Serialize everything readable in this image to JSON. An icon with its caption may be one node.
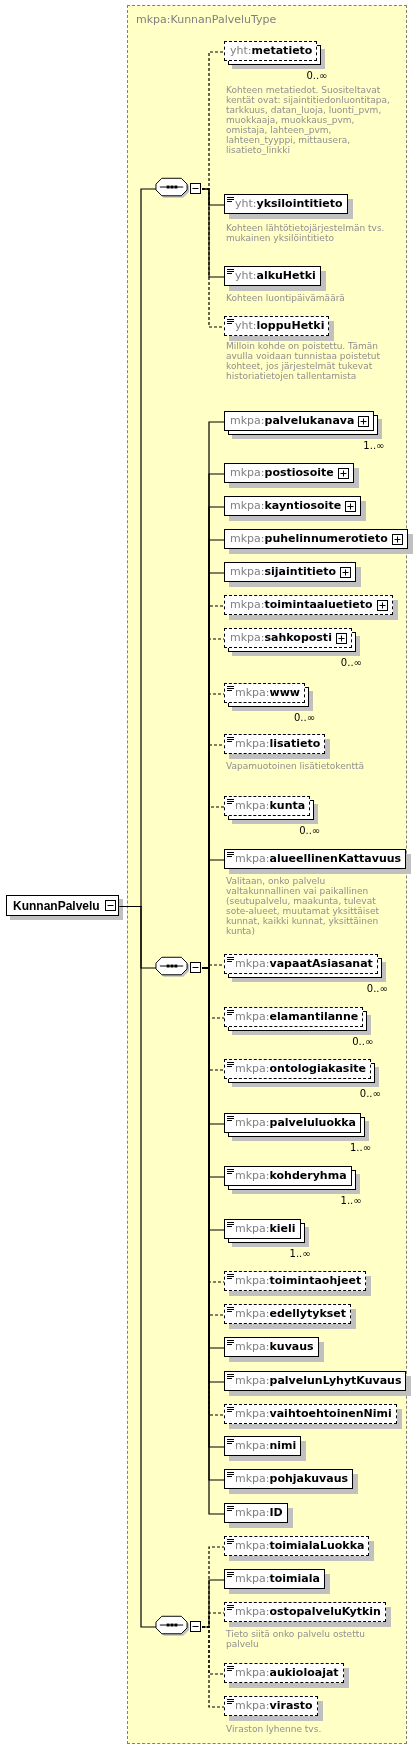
{
  "diagram": {
    "nodes": [
      {
        "text": [
          "KunnanPalvelu"
        ]
      },
      {
        "text": [
          "mkpa:KunnanPalveluType"
        ]
      },
      {
        "text": [],
        "shape": "octagon",
        "in": 1
      },
      {
        "text": [
          "yht:**metatieto**"
        ],
        "in": 1,
        "beside": [
          "0..∞",
          "Kohteen metatiedot. Suositeltavat kentät ovat: sijaintitiedonluontitapa, tarkkuus, datan_luoja, luonti_pvm, muokkaaja, muokkaus_pvm, omistaja, lahteen_pvm, lahteen_tyyppi, mittausera, lisatieto_linkki"
        ]
      },
      {
        "text": [
          "yht:**yksilointitieto**"
        ],
        "in": 1,
        "beside": [
          "Kohteen lähtötietojärjestelmän tvs. mukainen yksilöintitieto"
        ]
      },
      {
        "text": [
          "yht:**alkuHetki**"
        ],
        "in": 1,
        "beside": [
          "Kohteen luontipäivämäärä"
        ]
      },
      {
        "text": [
          "yht:**loppuHetki**"
        ],
        "in": 1,
        "beside": [
          "Milloin kohde on poistettu. Tämän avulla voidaan tunnistaa poistetut kohteet, jos järjestelmät tukevat historiatietojen tallentamista"
        ]
      },
      {
        "text": [],
        "shape": "octagon",
        "in": 1
      },
      {
        "text": [
          "mkpa:**palvelukanava**"
        ],
        "in": 1,
        "beside": [
          "1..∞"
        ]
      },
      {
        "text": [
          "mkpa:**postiosoite**"
        ],
        "in": 1
      },
      {
        "text": [
          "mkpa:**kayntiosoite**"
        ],
        "in": 1
      },
      {
        "text": [
          "mkpa:**puhelinnumerotieto**"
        ],
        "in": 1
      },
      {
        "text": [
          "mkpa:**sijaintitieto**"
        ],
        "in": 1
      },
      {
        "text": [
          "mkpa:**toimintaaluetieto**"
        ],
        "in": 1
      },
      {
        "text": [
          "mkpa:**sahkoposti**"
        ],
        "in": 1,
        "beside": [
          "0..∞"
        ]
      },
      {
        "text": [
          "mkpa:**www**"
        ],
        "in": 1,
        "beside": [
          "0..∞"
        ]
      },
      {
        "text": [
          "mkpa:**lisatieto**"
        ],
        "in": 1,
        "beside": [
          "Vapamuotoinen lisätietokenttä"
        ]
      },
      {
        "text": [
          "mkpa:**kunta**"
        ],
        "in": 1,
        "beside": [
          "0..∞"
        ]
      },
      {
        "text": [
          "mkpa:**alueellinenKattavuus**"
        ],
        "in": 1,
        "beside": [
          "Valitaan, onko palvelu valtakunnallinen vai paikallinen (seutupalvelu, maakunta, tulevat sote-alueet, muutamat yksittäiset kunnat, kaikki kunnat, yksittäinen kunta)"
        ]
      },
      {
        "text": [
          "mkpa:**vapaatAsiasanat**"
        ],
        "in": 1,
        "beside": [
          "0..∞"
        ]
      },
      {
        "text": [
          "mkpa:**elamantilanne**"
        ],
        "in": 1,
        "beside": [
          "0..∞"
        ]
      },
      {
        "text": [
          "mkpa:**ontologiakasite**"
        ],
        "in": 1,
        "beside": [
          "0..∞"
        ]
      },
      {
        "text": [
          "mkpa:**palveluluokka**"
        ],
        "in": 1,
        "beside": [
          "1..∞"
        ]
      },
      {
        "text": [
          "mkpa:**kohderyhma**"
        ],
        "in": 1,
        "beside": [
          "1..∞"
        ]
      },
      {
        "text": [
          "mkpa:**kieli**"
        ],
        "in": 1,
        "beside": [
          "1..∞"
        ]
      },
      {
        "text": [
          "mkpa:**toimintaohjeet**"
        ],
        "in": 1
      },
      {
        "text": [
          "mkpa:**edellytykset**"
        ],
        "in": 1
      },
      {
        "text": [
          "mkpa:**kuvaus**"
        ],
        "in": 1
      },
      {
        "text": [
          "mkpa:**palvelunLyhytKuvaus**"
        ],
        "in": 1
      },
      {
        "text": [
          "mkpa:**vaihtoehtoinenNimi**"
        ],
        "in": 1
      },
      {
        "text": [
          "mkpa:**nimi**"
        ],
        "in": 1
      },
      {
        "text": [
          "mkpa:**pohjakuvaus**"
        ],
        "in": 1
      },
      {
        "text": [
          "mkpa:**ID**"
        ],
        "in": 1
      },
      {
        "text": [],
        "shape": "octagon",
        "in": 1
      },
      {
        "text": [
          "mkpa:**toimialaLuokka**"
        ],
        "in": 1
      },
      {
        "text": [
          "mkpa:**toimiala**"
        ],
        "in": 1
      },
      {
        "text": [
          "mkpa:**ostopalveluKytkin**"
        ],
        "in": 1,
        "beside": [
          "Tieto siitä onko palvelu ostettu palvelu"
        ]
      },
      {
        "text": [
          "mkpa:**aukioloajat**"
        ],
        "in": 1
      },
      {
        "text": [
          "mkpa:**virasto**"
        ],
        "in": 1,
        "beside": [
          "Viraston lyhenne tvs."
        ]
      }
    ],
    "edges": [
      {
        "from": 0,
        "to": 2,
        "arrow": "none"
      },
      {
        "from": 0,
        "to": 7,
        "arrow": "none"
      },
      {
        "from": 0,
        "to": 33,
        "arrow": "none"
      },
      {
        "from": 2,
        "to": 3,
        "arrow": "none",
        "style": "dashed"
      },
      {
        "from": 2,
        "to": 4,
        "arrow": "none"
      },
      {
        "from": 2,
        "to": 5,
        "arrow": "none"
      },
      {
        "from": 2,
        "to": 6,
        "arrow": "none",
        "style": "dashed"
      },
      {
        "from": 7,
        "to": 8,
        "arrow": "none"
      },
      {
        "from": 7,
        "to": 9,
        "arrow": "none"
      },
      {
        "from": 7,
        "to": 10,
        "arrow": "none"
      },
      {
        "from": 7,
        "to": 11,
        "arrow": "none"
      },
      {
        "from": 7,
        "to": 12,
        "arrow": "none"
      },
      {
        "from": 7,
        "to": 13,
        "arrow": "none",
        "style": "dashed"
      },
      {
        "from": 7,
        "to": 14,
        "arrow": "none",
        "style": "dashed"
      },
      {
        "from": 7,
        "to": 15,
        "arrow": "none",
        "style": "dashed"
      },
      {
        "from": 7,
        "to": 16,
        "arrow": "none",
        "style": "dashed"
      },
      {
        "from": 7,
        "to": 17,
        "arrow": "none",
        "style": "dashed"
      },
      {
        "from": 7,
        "to": 18,
        "arrow": "none"
      },
      {
        "from": 7,
        "to": 19,
        "arrow": "none",
        "style": "dashed"
      },
      {
        "from": 7,
        "to": 20,
        "arrow": "none",
        "style": "dashed"
      },
      {
        "from": 7,
        "to": 21,
        "arrow": "none",
        "style": "dashed"
      },
      {
        "from": 7,
        "to": 22,
        "arrow": "none"
      },
      {
        "from": 7,
        "to": 23,
        "arrow": "none"
      },
      {
        "from": 7,
        "to": 24,
        "arrow": "none"
      },
      {
        "from": 7,
        "to": 25,
        "arrow": "none",
        "style": "dashed"
      },
      {
        "from": 7,
        "to": 26,
        "arrow": "none",
        "style": "dashed"
      },
      {
        "from": 7,
        "to": 27,
        "arrow": "none"
      },
      {
        "from": 7,
        "to": 28,
        "arrow": "none"
      },
      {
        "from": 7,
        "to": 29,
        "arrow": "none",
        "style": "dashed"
      },
      {
        "from": 7,
        "to": 30,
        "arrow": "none"
      },
      {
        "from": 7,
        "to": 31,
        "arrow": "none"
      },
      {
        "from": 7,
        "to": 32,
        "arrow": "none"
      },
      {
        "from": 33,
        "to": 34,
        "arrow": "none",
        "style": "dashed"
      },
      {
        "from": 33,
        "to": 35,
        "arrow": "none"
      },
      {
        "from": 33,
        "to": 36,
        "arrow": "none",
        "style": "dashed"
      },
      {
        "from": 33,
        "to": 37,
        "arrow": "none",
        "style": "dashed"
      },
      {
        "from": 33,
        "to": 38,
        "arrow": "none",
        "style": "dashed"
      }
    ]
  }
}
